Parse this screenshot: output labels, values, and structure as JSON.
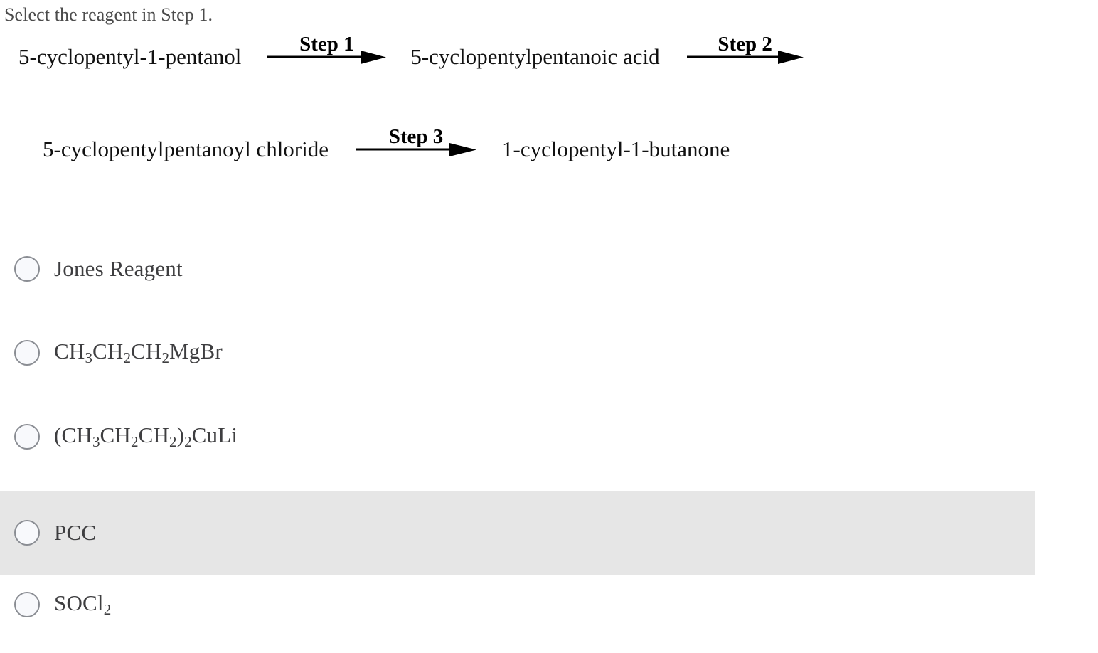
{
  "prompt": "Select the reagent in Step 1.",
  "scheme": {
    "rows": [
      {
        "id": "row-1",
        "start_species": "5-cyclopentyl-1-pentanol",
        "arrow_1_label": "Step 1",
        "middle_species": "5-cyclopentylpentanoic acid",
        "arrow_2_label": "Step 2"
      },
      {
        "id": "row-2",
        "start_species": "5-cyclopentylpentanoyl chloride",
        "arrow_3_label": "Step 3",
        "end_species": "1-cyclopentyl-1-butanone"
      }
    ]
  },
  "options": [
    {
      "id": "jones-reagent",
      "label": "Jones Reagent",
      "selected": false,
      "highlighted": false
    },
    {
      "id": "propylmagnesium-bromide",
      "label": "CH3CH2CH2MgBr",
      "selected": false,
      "highlighted": false,
      "parts": [
        {
          "t": "CH"
        },
        {
          "sub": "3"
        },
        {
          "t": "CH"
        },
        {
          "sub": "2"
        },
        {
          "t": "CH"
        },
        {
          "sub": "2"
        },
        {
          "t": "MgBr"
        }
      ]
    },
    {
      "id": "lithium-dipropylcuprate",
      "label": "(CH3CH2CH2)2CuLi",
      "selected": false,
      "highlighted": false,
      "parts": [
        {
          "t": "(CH"
        },
        {
          "sub": "3"
        },
        {
          "t": "CH"
        },
        {
          "sub": "2"
        },
        {
          "t": "CH"
        },
        {
          "sub": "2"
        },
        {
          "t": ")"
        },
        {
          "sub": "2"
        },
        {
          "t": "CuLi"
        }
      ]
    },
    {
      "id": "pcc",
      "label": "PCC",
      "selected": false,
      "highlighted": true
    },
    {
      "id": "socl2",
      "label": "SOCl2",
      "selected": false,
      "highlighted": false,
      "parts": [
        {
          "t": "SOCl"
        },
        {
          "sub": "2"
        }
      ]
    }
  ],
  "colors": {
    "page_background": "#ffffff",
    "prompt_text": "#4c4c4c",
    "scheme_text": "#111111",
    "option_text": "#3e3e40",
    "radio_border": "#8a8d93",
    "radio_fill": "#f8f9fc",
    "highlight_background": "#e6e6e6"
  }
}
